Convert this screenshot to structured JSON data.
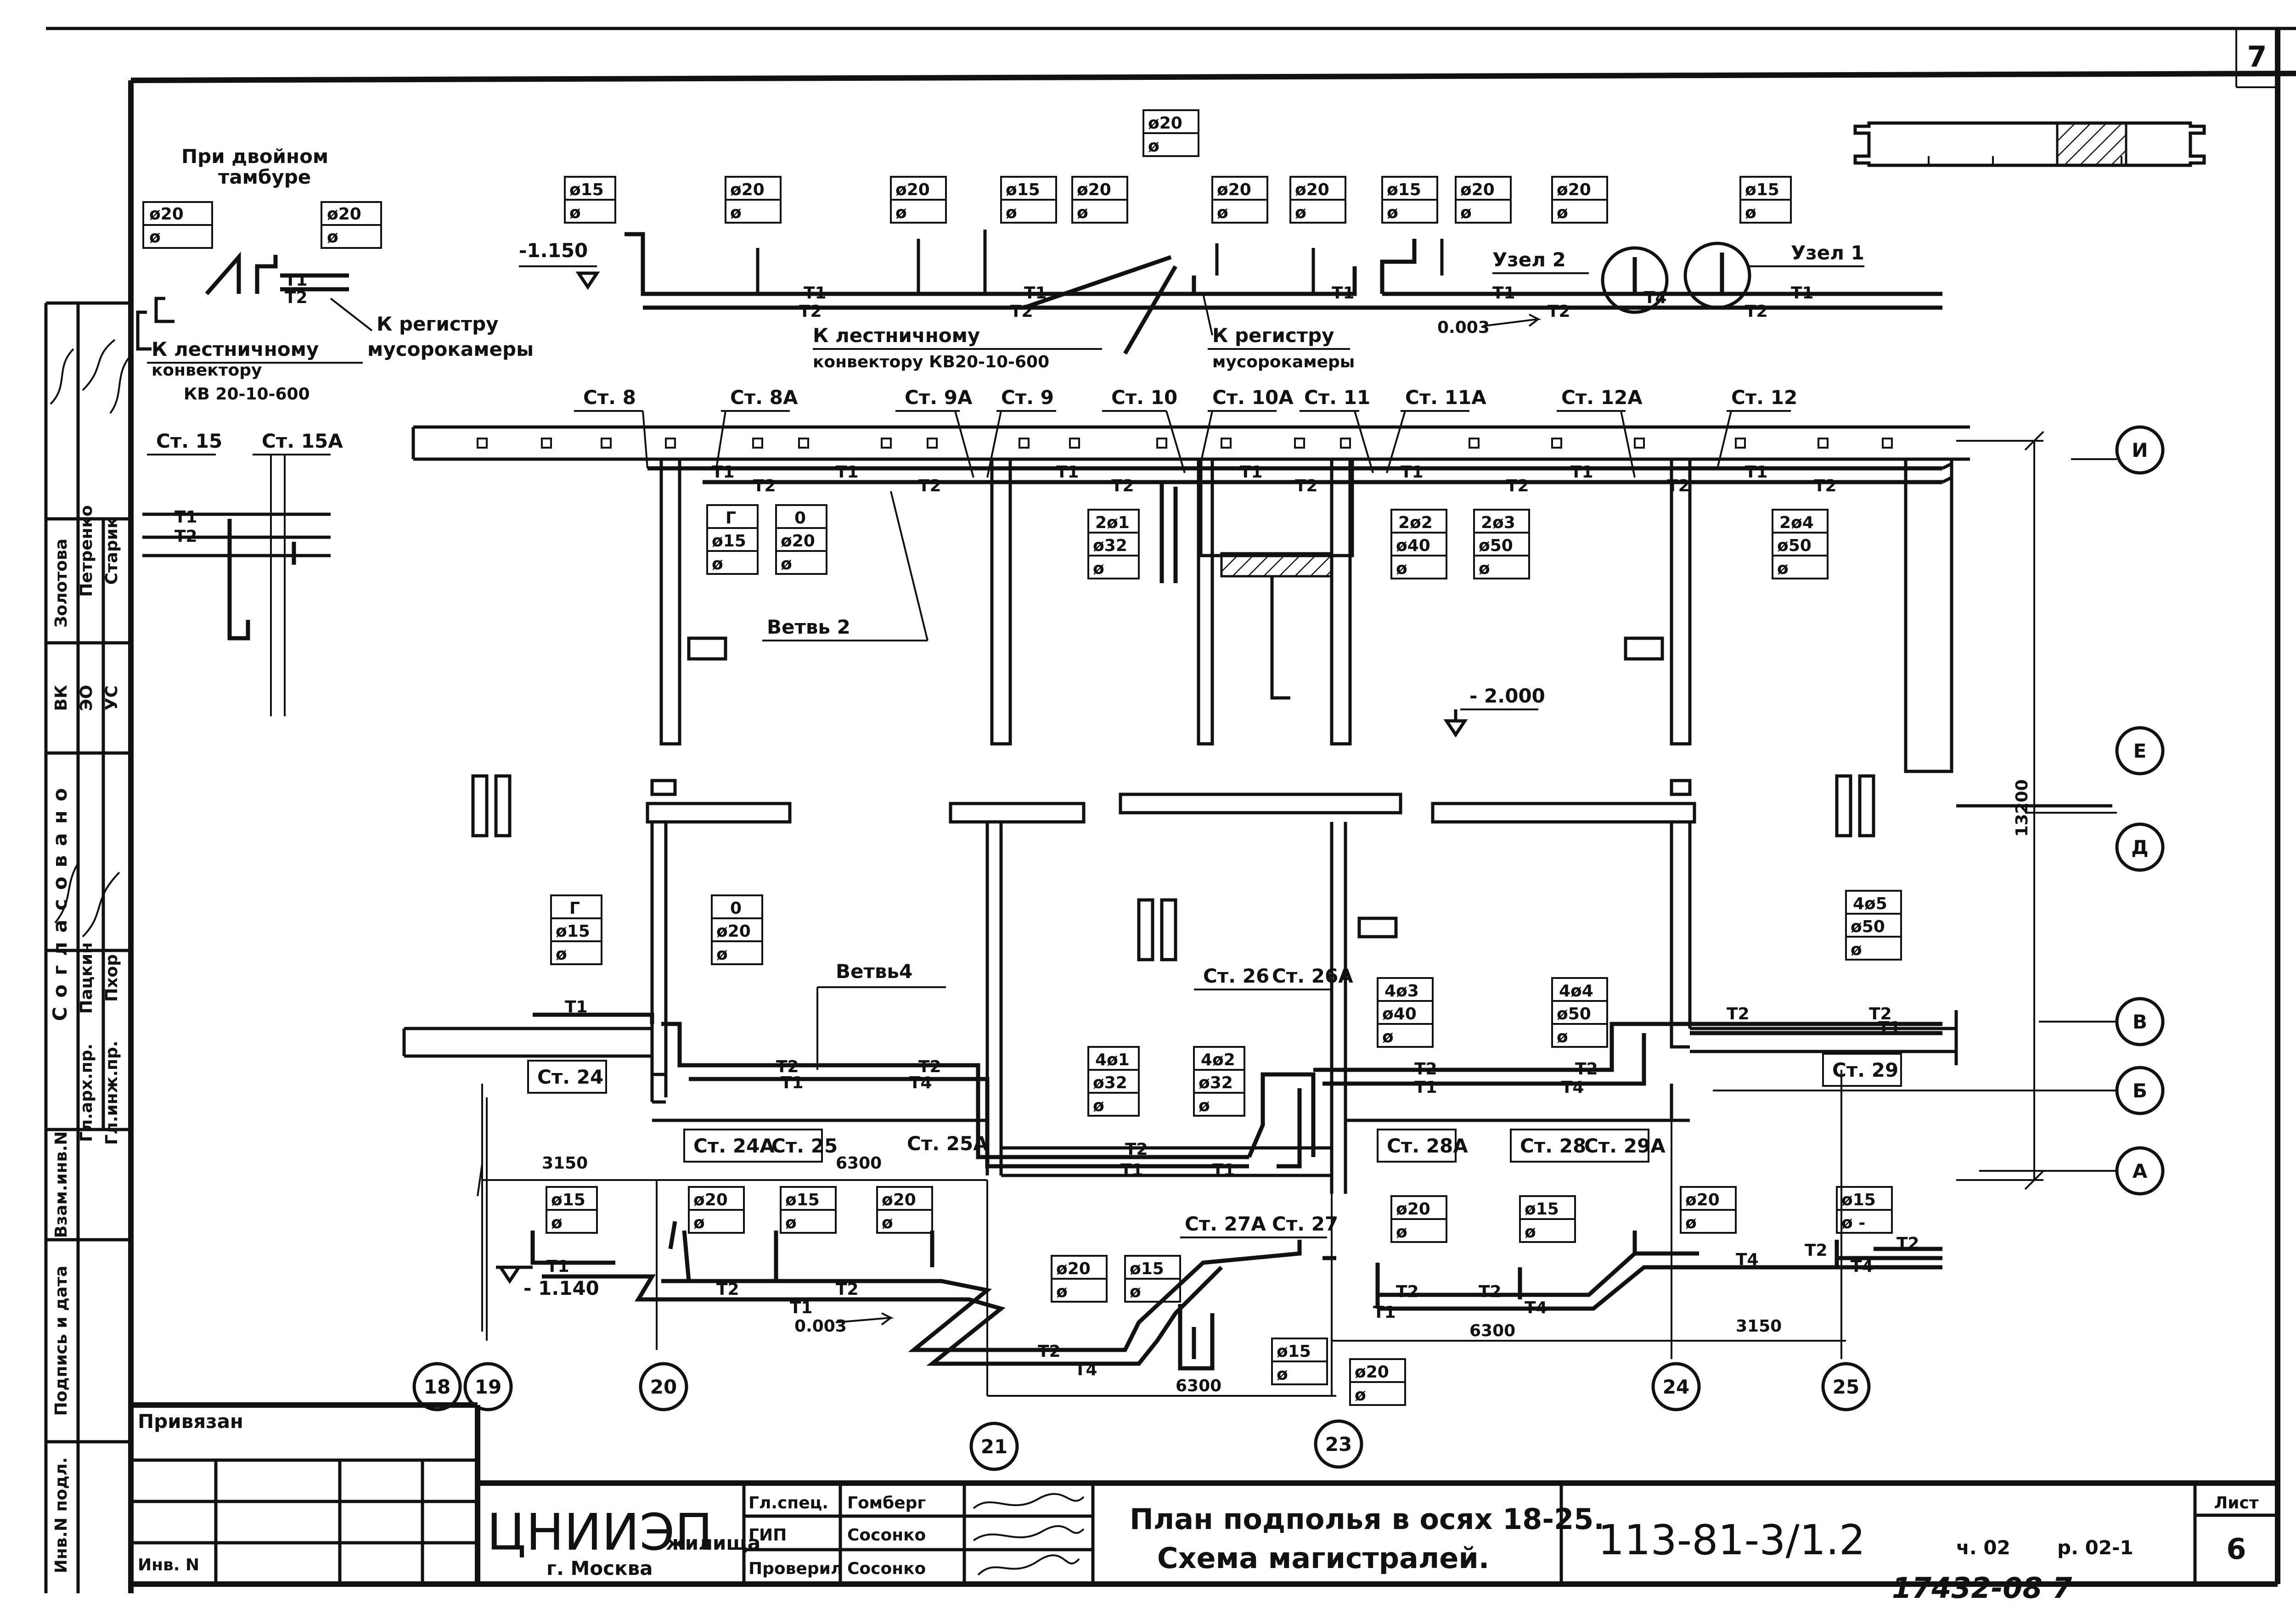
{
  "sheet_number_top": "7",
  "notes": {
    "double_vestibule_line1": "При двойном",
    "double_vestibule_line2": "тамбуре",
    "to_register_left": "К регистру",
    "garbage_chamber_left": "мусорокамеры",
    "to_stair_convector_left": "К лестничному",
    "convector_left": "конвектору",
    "kv_left": "КВ 20-10-600",
    "to_stair_convector_mid": "К лестничному",
    "kv_mid": "конвектору КВ20-10-600",
    "to_register_mid": "К регистру",
    "garbage_chamber_mid": "мусорокамеры",
    "node1": "Узел 1",
    "node2": "Узел 2",
    "slope_top": "0.003",
    "slope_bottom": "0.003",
    "branch2": "Ветвь 2",
    "branch4": "Ветвь4",
    "level_top": "-1.150",
    "level_bottom": "- 1.140",
    "level_mid": "- 2.000",
    "dim_13200": "13200",
    "dim_3150_left": "3150",
    "dim_6300_left": "6300",
    "dim_6300_bottom": "6300",
    "dim_6300_right": "6300",
    "dim_3150_right": "3150"
  },
  "pipes": {
    "t1": "T1",
    "t2": "T2",
    "t4": "T4"
  },
  "risers_top": [
    "Ст. 8",
    "Ст. 8А",
    "Ст. 9А",
    "Ст. 9",
    "Ст. 10",
    "Ст. 10А",
    "Ст. 11",
    "Ст. 11А",
    "Ст. 12А",
    "Ст. 12"
  ],
  "risers_left": [
    "Ст. 15",
    "Ст. 15А"
  ],
  "risers_bottom": [
    "Ст. 24",
    "Ст. 24А",
    "Ст. 25",
    "Ст. 25А",
    "Ст. 26",
    "Ст. 26А",
    "Ст. 27А",
    "Ст. 27",
    "Ст. 28А",
    "Ст. 28",
    "Ст. 29А",
    "Ст. 29"
  ],
  "diameter_boxes": {
    "d15": "ø15",
    "d20": "ø20",
    "d32": "ø32",
    "d40": "ø40",
    "d50": "ø50",
    "empty": "ø",
    "dash": "ø -",
    "g": "Г",
    "o": "0",
    "b2f1": "2ø1",
    "b2f2": "2ø2",
    "b2f3": "2ø3",
    "b2f4": "2ø4",
    "b4f1": "4ø1",
    "b4f2": "4ø2",
    "b4f3": "4ø3",
    "b4f4": "4ø4",
    "b4f5": "4ø5"
  },
  "axes_rows": [
    "И",
    "Е",
    "Д",
    "В",
    "Б",
    "А"
  ],
  "axes_cols": [
    "18",
    "19",
    "20",
    "21",
    "23",
    "24",
    "25"
  ],
  "stamp": {
    "side_names": [
      "Золотова",
      "Петренко",
      "Старик"
    ],
    "side_roles": [
      "ВК",
      "ЭО",
      "УС"
    ],
    "side_labels": [
      "Согласовано",
      "Пацкин",
      "Пхор",
      "Гл.арх.пр.",
      "Гл.инж.пр."
    ],
    "inv_orig": "Инв.N подл.",
    "sign_date": "Подпись и дата",
    "replace_inv": "Взам.инв.N",
    "attached": "Привязан",
    "inv_no": "Инв. N",
    "org": "ЦНИИЭП",
    "org_suffix": "жилища",
    "city": "г. Москва",
    "roles": [
      "Гл.спец.",
      "ГИП",
      "Проверил"
    ],
    "names": [
      "Гомберг",
      "Сосонко",
      "Сосонко"
    ],
    "title_line1": "План подполья в осях 18-25.",
    "title_line2": "Схема магистралей.",
    "code": "113-81-3/1.2",
    "part": "ч. 02",
    "section": "р. 02-1",
    "sheet_label": "Лист",
    "sheet": "6",
    "archive": "17432-08 7"
  }
}
